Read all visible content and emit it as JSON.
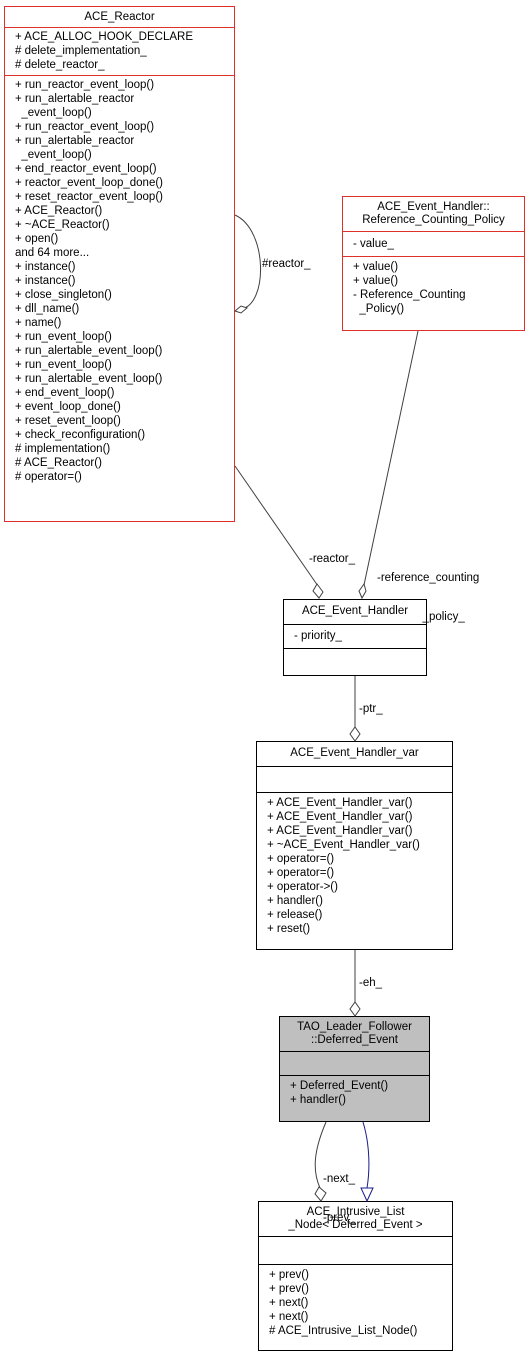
{
  "classes": {
    "ace_reactor": {
      "title": [
        "ACE_Reactor"
      ],
      "attributes": [
        "+ ACE_ALLOC_HOOK_DECLARE",
        "# delete_implementation_",
        "# delete_reactor_"
      ],
      "methods": [
        "+ run_reactor_event_loop()",
        "+ run_alertable_reactor",
        "  _event_loop()",
        "+ run_reactor_event_loop()",
        "+ run_alertable_reactor",
        "  _event_loop()",
        "+ end_reactor_event_loop()",
        "+ reactor_event_loop_done()",
        "+ reset_reactor_event_loop()",
        "+ ACE_Reactor()",
        "+ ~ACE_Reactor()",
        "+ open()",
        "and 64 more...",
        "+ instance()",
        "+ instance()",
        "+ close_singleton()",
        "+ dll_name()",
        "+ name()",
        "+ run_event_loop()",
        "+ run_alertable_event_loop()",
        "+ run_event_loop()",
        "+ run_alertable_event_loop()",
        "+ end_event_loop()",
        "+ event_loop_done()",
        "+ reset_event_loop()",
        "+ check_reconfiguration()",
        "# implementation()",
        "# ACE_Reactor()",
        "# operator=()"
      ]
    },
    "ref_policy": {
      "title": [
        "ACE_Event_Handler::",
        "Reference_Counting_Policy"
      ],
      "attributes": [
        "- value_"
      ],
      "methods": [
        "+ value()",
        "+ value()",
        "- Reference_Counting",
        "  _Policy()"
      ]
    },
    "event_handler": {
      "title": [
        "ACE_Event_Handler"
      ],
      "attributes": [
        "- priority_"
      ],
      "methods": []
    },
    "event_handler_var": {
      "title": [
        "ACE_Event_Handler_var"
      ],
      "attributes": [],
      "methods": [
        "+ ACE_Event_Handler_var()",
        "+ ACE_Event_Handler_var()",
        "+ ACE_Event_Handler_var()",
        "+ ~ACE_Event_Handler_var()",
        "+ operator=()",
        "+ operator=()",
        "+ operator->()",
        "+ handler()",
        "+ release()",
        "+ reset()"
      ]
    },
    "deferred_event": {
      "title": [
        "TAO_Leader_Follower",
        "::Deferred_Event"
      ],
      "attributes": [],
      "methods": [
        "+ Deferred_Event()",
        "+ handler()"
      ]
    },
    "intrusive_list_node": {
      "title": [
        "ACE_Intrusive_List",
        "_Node< Deferred_Event >"
      ],
      "attributes": [],
      "methods": [
        "+ prev()",
        "+ prev()",
        "+ next()",
        "+ next()",
        "# ACE_Intrusive_List_Node()"
      ]
    }
  },
  "edge_labels": {
    "reactor_self": "#reactor_",
    "reactor": "-reactor_",
    "reference_counting_policy": [
      "-reference_counting",
      "_policy_"
    ],
    "ptr": "-ptr_",
    "eh": "-eh_",
    "next_prev": [
      "-next_",
      "-prev_"
    ]
  },
  "colors": {
    "red_border": "#e0302a",
    "highlight_fill": "#bfbfbf",
    "inheritance_arrow": "#1a1a8c",
    "edge": "#404040"
  }
}
